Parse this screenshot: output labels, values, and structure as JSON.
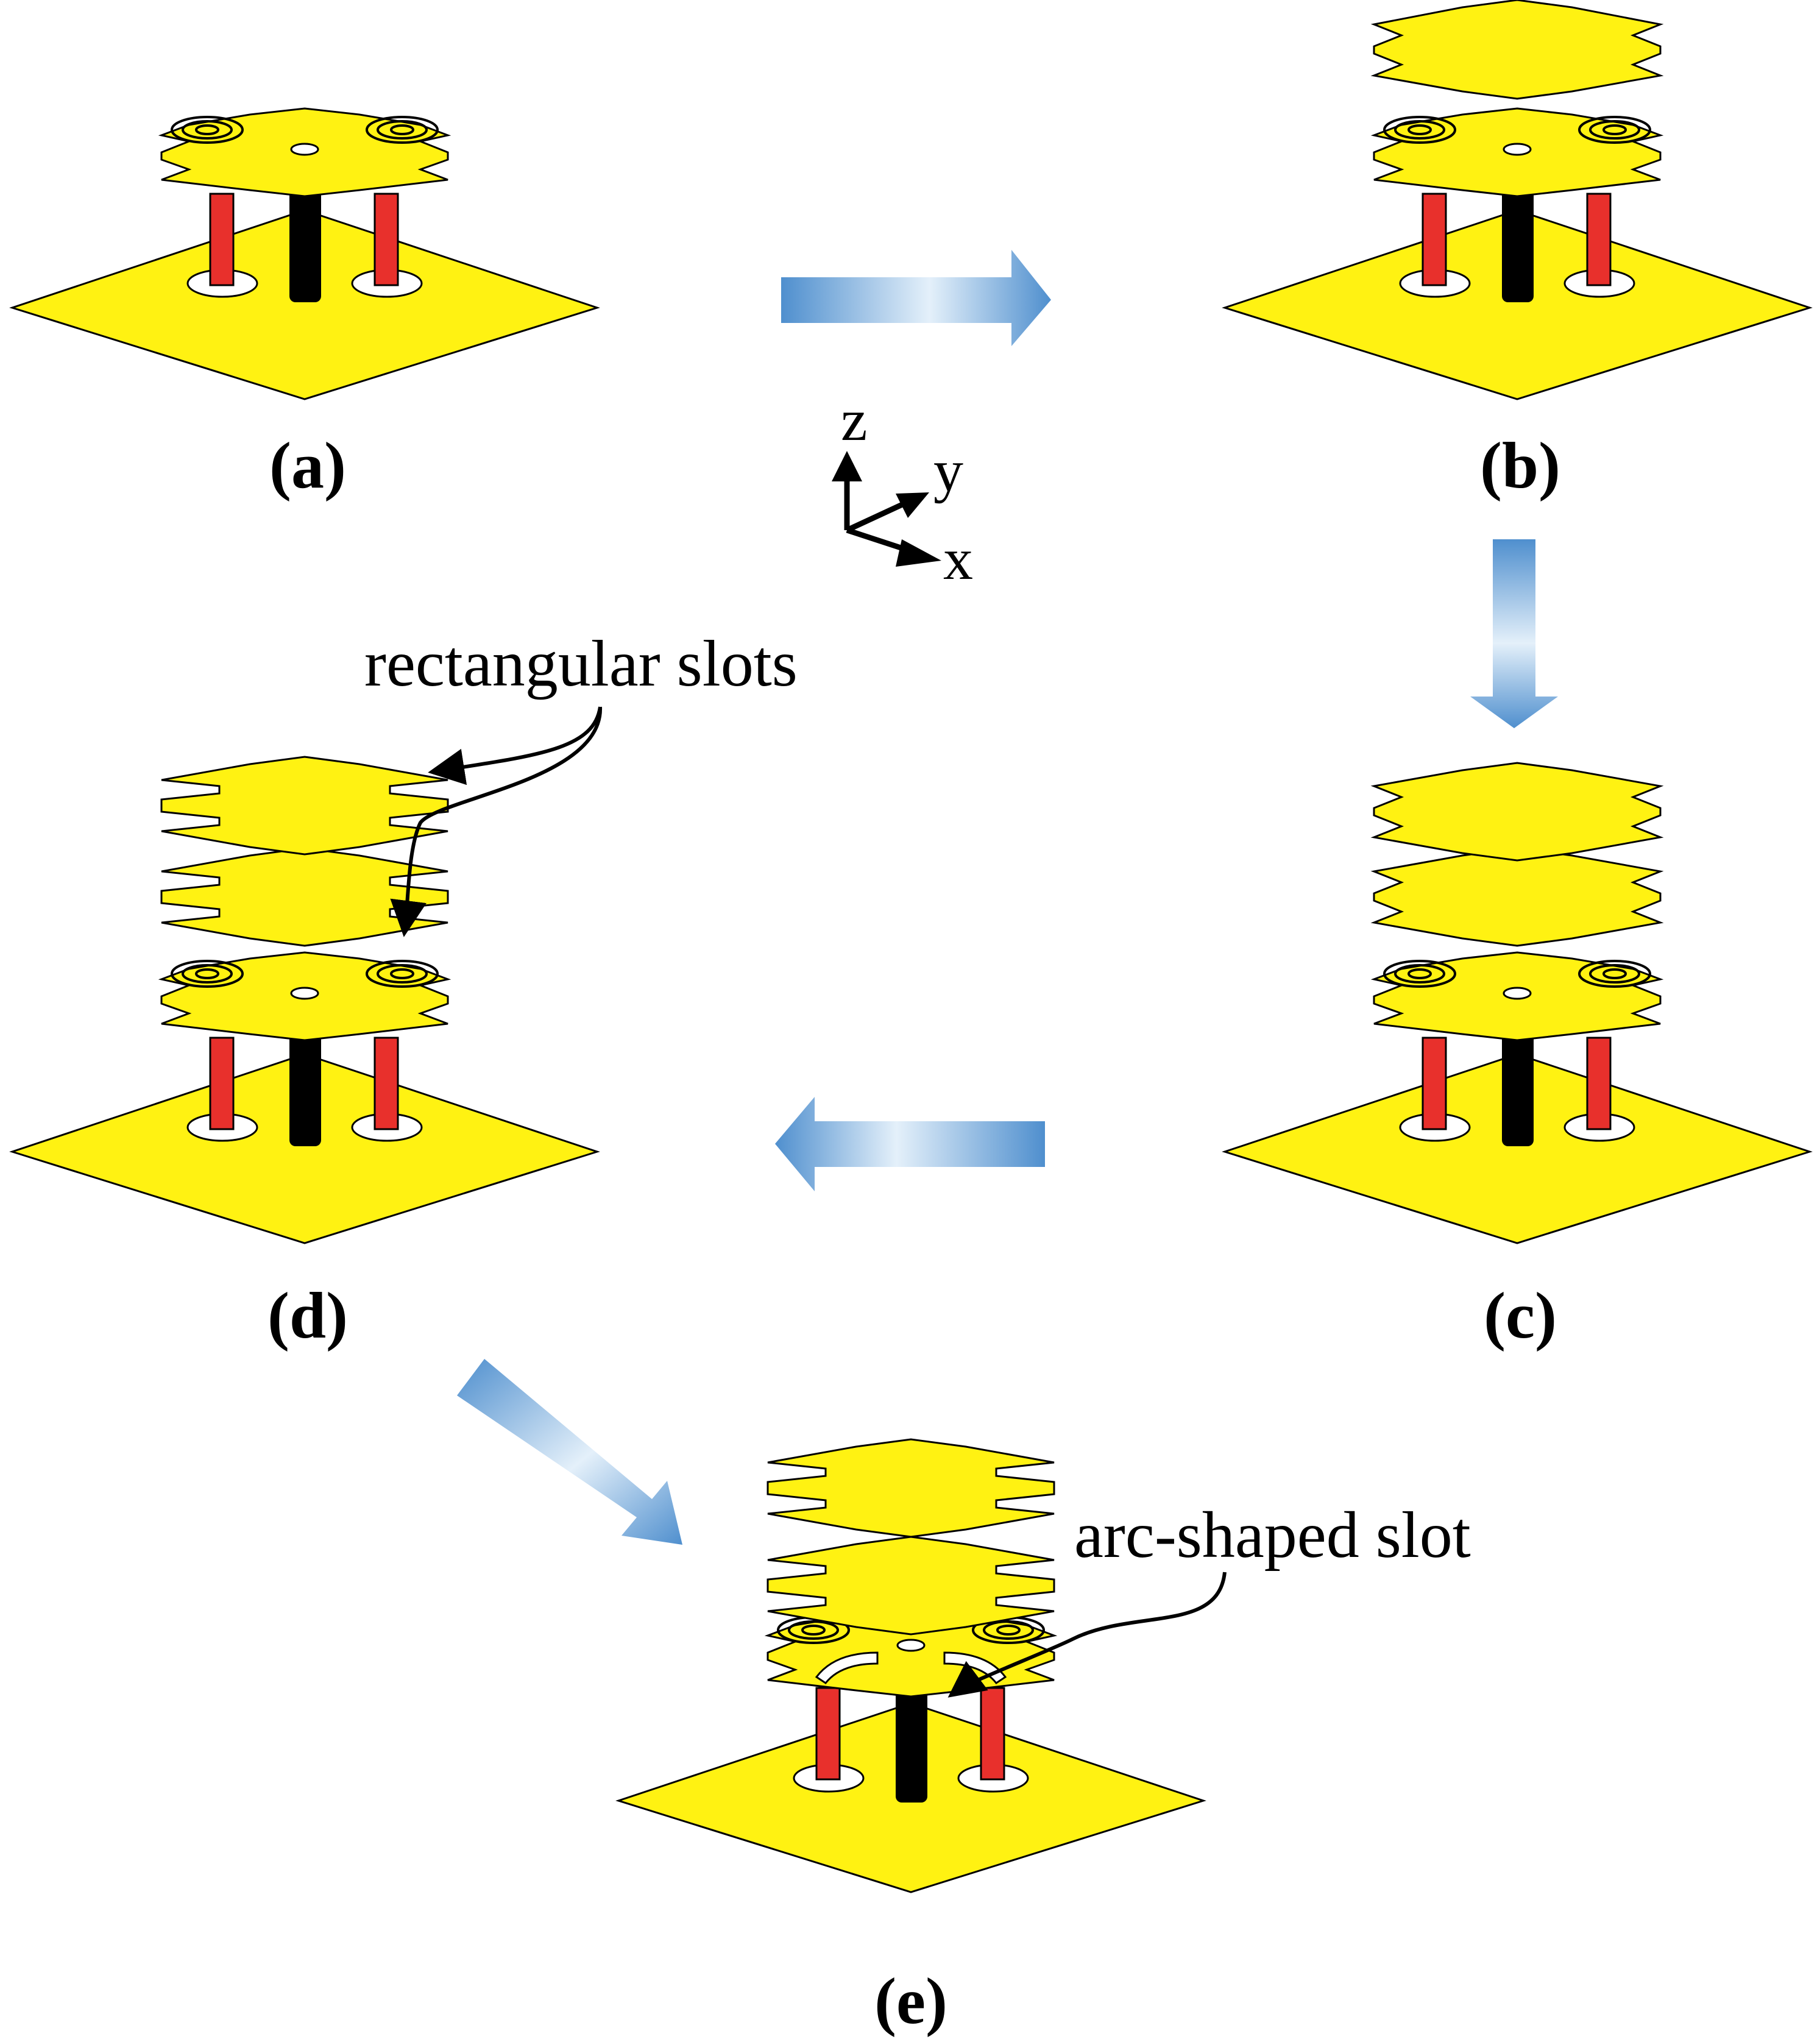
{
  "panels": [
    {
      "id": "a",
      "label": "(a)"
    },
    {
      "id": "b",
      "label": "(b)"
    },
    {
      "id": "c",
      "label": "(c)"
    },
    {
      "id": "d",
      "label": "(d)"
    },
    {
      "id": "e",
      "label": "(e)"
    }
  ],
  "annotations": {
    "rectangular_slots": "rectangular slots",
    "arc_shaped_slot": "arc-shaped slot"
  },
  "axes": {
    "z": "z",
    "y": "y",
    "x": "x"
  },
  "colors": {
    "patch_yellow": "#FFF212",
    "feed_red": "#E8302C",
    "post_black": "#000000",
    "arrow_blue_dark": "#4F8FCE",
    "arrow_blue_light": "#E4F0FA"
  }
}
